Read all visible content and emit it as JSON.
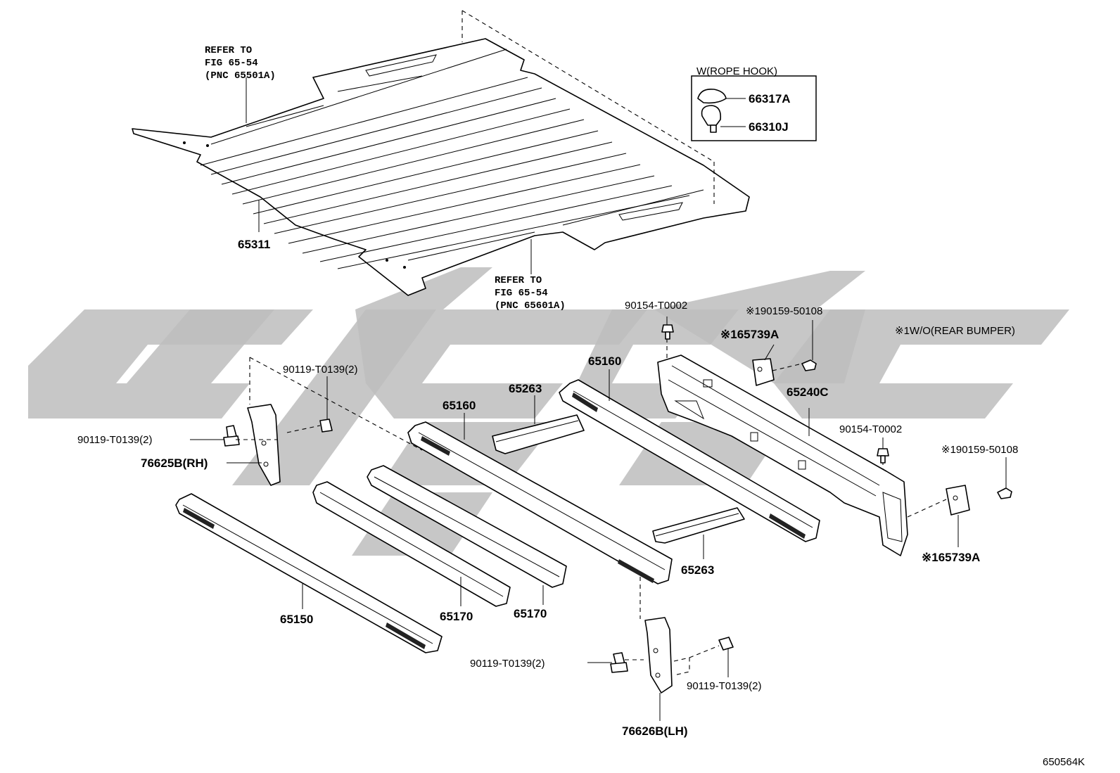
{
  "watermark_color": "#bdbdbd",
  "line_color": "#000000",
  "labels": {
    "refer_top_1": "REFER TO",
    "refer_top_2": "FIG 65-54",
    "refer_top_3": "(PNC 65501A)",
    "refer_mid_1": "REFER TO",
    "refer_mid_2": "FIG 65-54",
    "refer_mid_3": "(PNC 65601A)",
    "floor_panel": "65311",
    "rope_hook_title": "W(ROPE HOOK)",
    "rope_hook_cap": "66317A",
    "rope_hook": "66310J",
    "bolt_90154_top": "90154-T0002",
    "screw_190159_top": "※190159-50108",
    "pad_165739_top": "※165739A",
    "note_wo_bumper": "※1W/O(REAR BUMPER)",
    "crossmember_rear": "65240C",
    "bolt_90154_right": "90154-T0002",
    "screw_190159_right": "※190159-50108",
    "pad_165739_right": "※165739A",
    "sill_65160_right": "65160",
    "brace_65263_top": "65263",
    "sill_65160_mid": "65160",
    "bolt_90119_topleft_a": "90119-T0139(2)",
    "bolt_90119_topleft_b": "90119-T0139(2)",
    "bracket_rh": "76625B(RH)",
    "sill_65150": "65150",
    "sill_65170_a": "65170",
    "sill_65170_b": "65170",
    "brace_65263_bottom": "65263",
    "bolt_90119_bottom_a": "90119-T0139(2)",
    "bolt_90119_bottom_b": "90119-T0139(2)",
    "bracket_lh": "76626B(LH)",
    "figure_code": "650564K"
  }
}
